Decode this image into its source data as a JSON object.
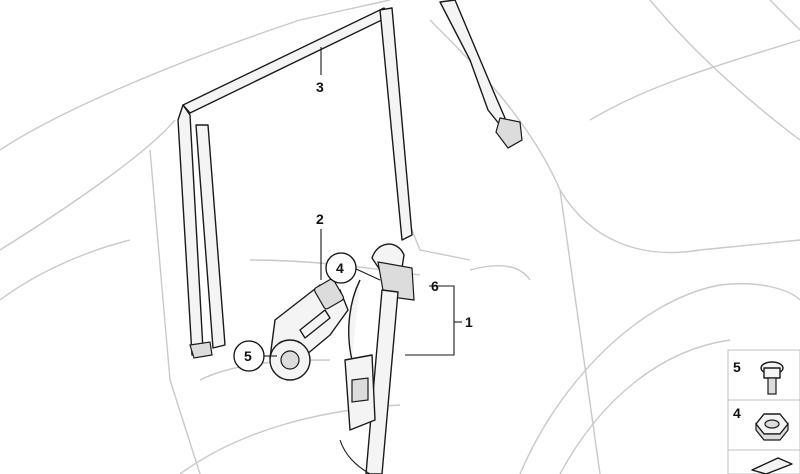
{
  "diagram": {
    "callouts": [
      {
        "id": "c3",
        "label": "3"
      },
      {
        "id": "c2",
        "label": "2"
      },
      {
        "id": "c4",
        "label": "4"
      },
      {
        "id": "c6",
        "label": "6"
      },
      {
        "id": "c1",
        "label": "1"
      },
      {
        "id": "c5",
        "label": "5"
      }
    ],
    "legend": [
      {
        "label": "5",
        "icon": "bolt-icon"
      },
      {
        "label": "4",
        "icon": "hex-nut-icon"
      }
    ]
  }
}
